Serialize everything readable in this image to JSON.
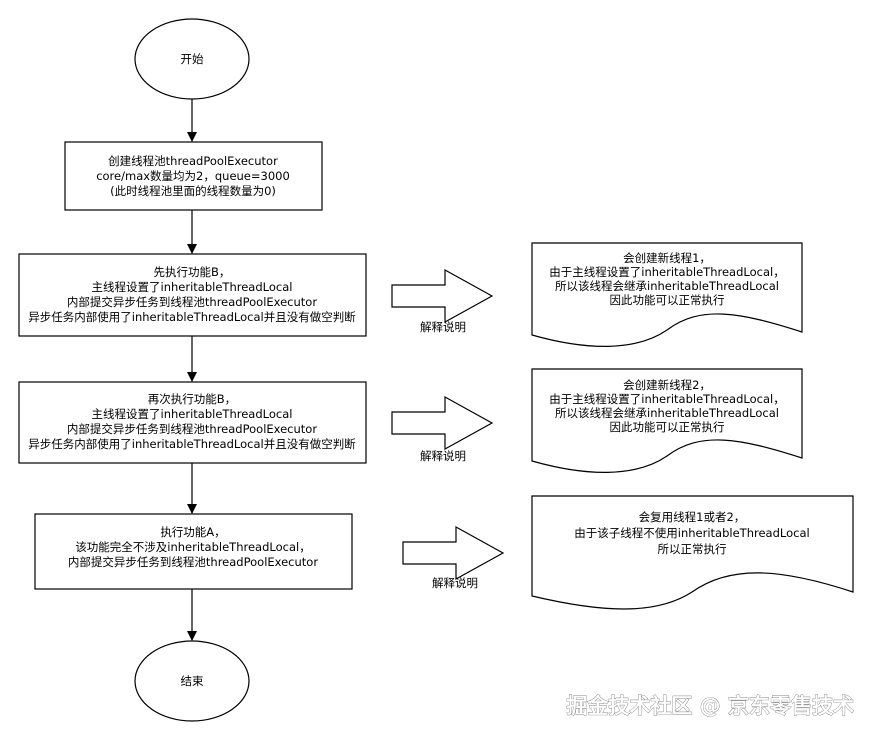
{
  "start": {
    "label": "开始"
  },
  "end": {
    "label": "结束"
  },
  "steps": [
    {
      "lines": [
        "创建线程池threadPoolExecutor",
        "core/max数量均为2，queue=3000",
        "(此时线程池里面的线程数量为0)"
      ]
    },
    {
      "lines": [
        "先执行功能B，",
        "主线程设置了inheritableThreadLocal",
        "内部提交异步任务到线程池threadPoolExecutor",
        "异步任务内部使用了inheritableThreadLocal并且没有做空判断"
      ]
    },
    {
      "lines": [
        "再次执行功能B，",
        "主线程设置了inheritableThreadLocal",
        "内部提交异步任务到线程池threadPoolExecutor",
        "异步任务内部使用了inheritableThreadLocal并且没有做空判断"
      ]
    },
    {
      "lines": [
        "执行功能A，",
        "该功能完全不涉及inheritableThreadLocal，",
        "内部提交异步任务到线程池threadPoolExecutor"
      ]
    }
  ],
  "explanations": [
    {
      "arrow_label": "解释说明",
      "lines": [
        "会创建新线程1，",
        "由于主线程设置了inheritableThreadLocal，",
        "所以该线程会继承inheritableThreadLocal",
        "因此功能可以正常执行"
      ]
    },
    {
      "arrow_label": "解释说明",
      "lines": [
        "会创建新线程2，",
        "由于主线程设置了inheritableThreadLocal，",
        "所以该线程会继承inheritableThreadLocal",
        "因此功能可以正常执行"
      ]
    },
    {
      "arrow_label": "解释说明",
      "lines": [
        "会复用线程1或者2，",
        "由于该子线程不使用inheritableThreadLocal",
        "所以正常执行"
      ]
    }
  ],
  "watermark": "掘金技术社区 @ 京东零售技术",
  "colors": {
    "stroke": "#000000",
    "fill": "#ffffff"
  }
}
